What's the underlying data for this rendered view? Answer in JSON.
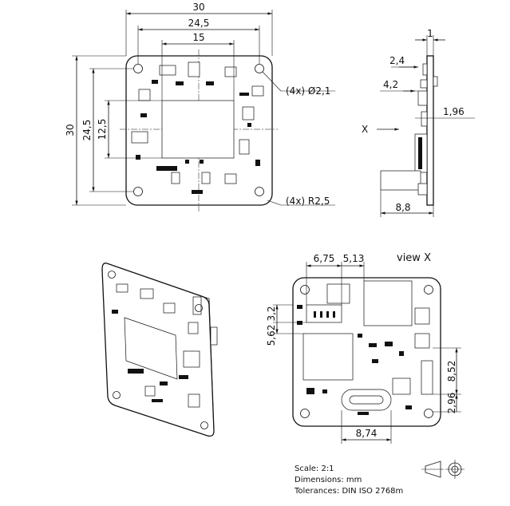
{
  "top_view": {
    "width": "30",
    "hole_spacing": "24,5",
    "chip_width": "15",
    "height": "30",
    "hole_spacing_v": "24,5",
    "chip_height": "12,5",
    "hole_note": "(4x) Ø2,1",
    "radius_note": "(4x) R2,5"
  },
  "side_view": {
    "thickness": "1",
    "dim_a": "2,4",
    "dim_b": "4,2",
    "dim_c": "1,96",
    "depth": "8,8",
    "arrow_label": "X"
  },
  "view_x": {
    "title": "view X",
    "dim_top_a": "6,75",
    "dim_top_b": "5,13",
    "dim_left_a": "5,62",
    "dim_left_b": "3,2",
    "dim_right_a": "8,52",
    "dim_right_b": "2,96",
    "dim_bottom": "8,74"
  },
  "notes": {
    "scale": "Scale: 2:1",
    "dimensions": "Dimensions: mm",
    "tolerances": "Tolerances: DIN ISO 2768m"
  }
}
